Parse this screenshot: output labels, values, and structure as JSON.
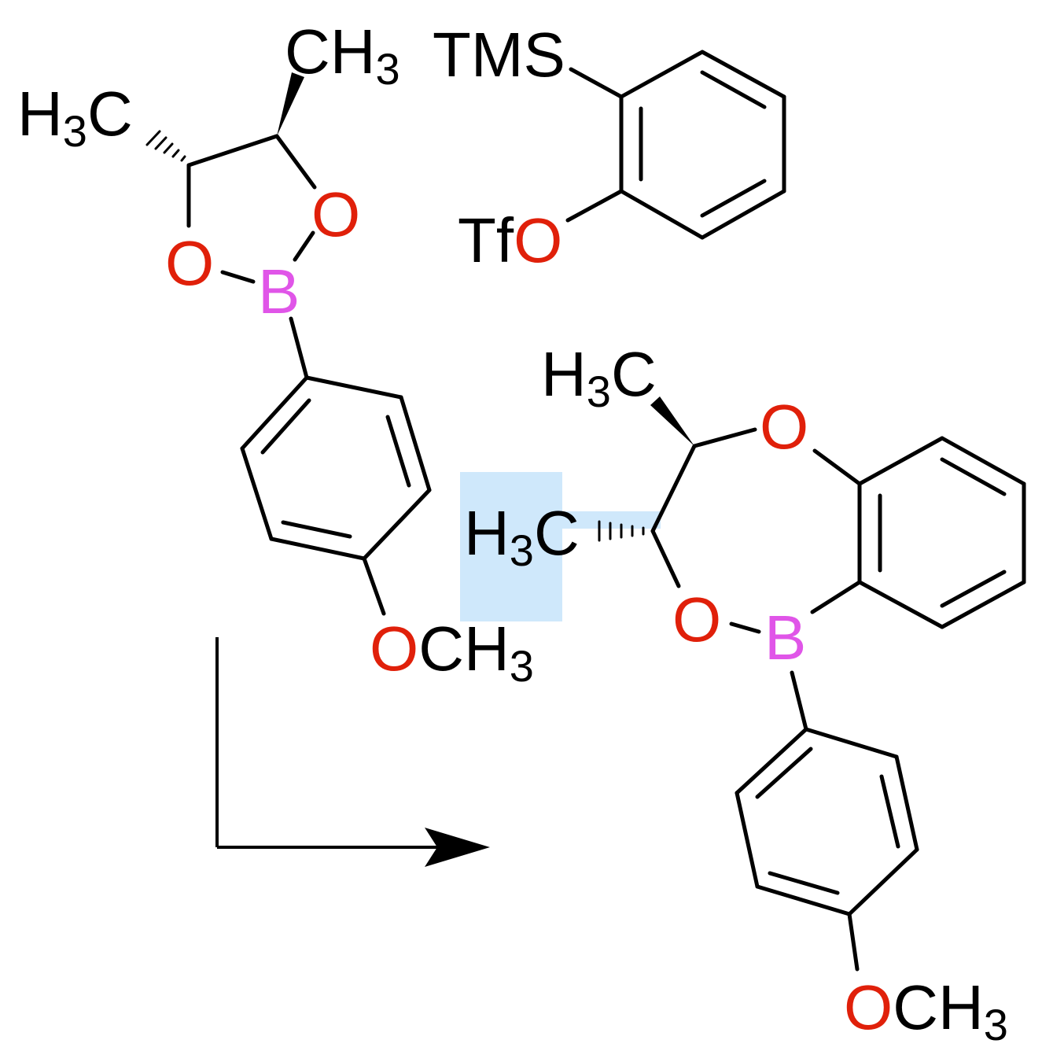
{
  "colors": {
    "bond": "#000000",
    "oxygen": "#e0200a",
    "boron": "#e055e8",
    "watermark": "#cfe8fb"
  },
  "labels": {
    "ch3": "CH",
    "h": "H",
    "c": "C",
    "three": "3",
    "o": "O",
    "b": "B",
    "tms": "TMS",
    "tf": "Tf"
  }
}
